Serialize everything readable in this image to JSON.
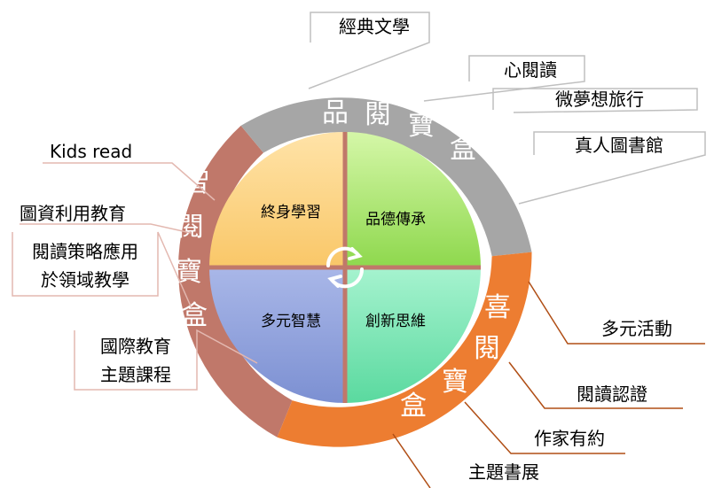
{
  "rings": {
    "top": {
      "chars": [
        "品",
        "閱",
        "寶",
        "盒"
      ],
      "color": "#a6a6a6"
    },
    "left": {
      "chars": [
        "智",
        "閱",
        "寶",
        "盒"
      ],
      "color": "#c0786a"
    },
    "right": {
      "chars": [
        "喜",
        "閱",
        "寶",
        "盒"
      ],
      "color": "#ed7d31"
    }
  },
  "quadrants": {
    "top_left": {
      "label": "終身學習",
      "color": "#ffd98a"
    },
    "top_right": {
      "label": "品德傳承",
      "color": "#a8e87a"
    },
    "bottom_left": {
      "label": "多元智慧",
      "color": "#95a6dc"
    },
    "bottom_right": {
      "label": "創新思維",
      "color": "#7ee6b6"
    }
  },
  "top_items": [
    "經典文學",
    "心閱讀",
    "微夢想旅行",
    "真人圖書館"
  ],
  "left_items": [
    "Kids read",
    "圖資利用教育",
    "閱讀策略應用",
    "於領域教學",
    "國際教育",
    "主題課程"
  ],
  "right_items": [
    "多元活動",
    "閱讀認證",
    "作家有約",
    "主題書展"
  ]
}
